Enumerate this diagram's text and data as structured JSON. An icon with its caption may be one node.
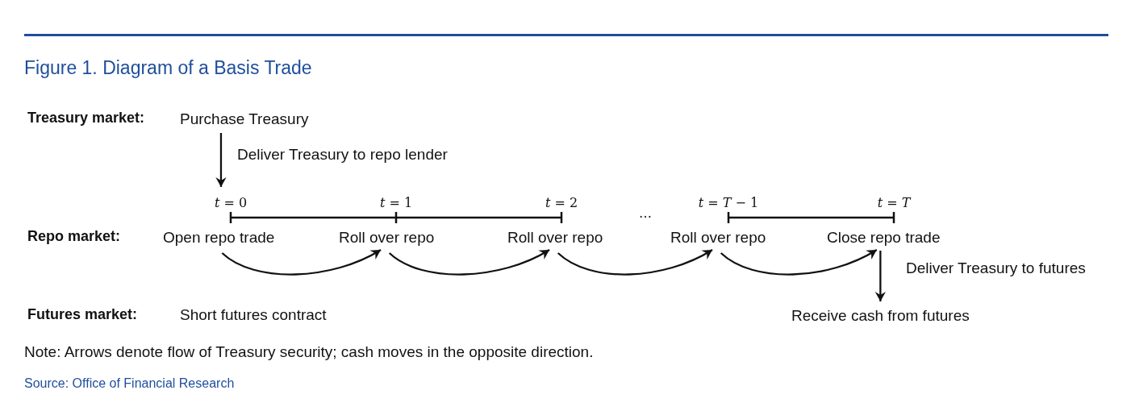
{
  "diagram": {
    "title": "Figure 1. Diagram of a Basis Trade",
    "nodes": [
      {
        "text": [
          "Purchase Treasury"
        ]
      },
      {
        "text": [
          "Open repo trade"
        ]
      },
      {
        "text": [
          "Roll over repo"
        ]
      },
      {
        "text": [
          "Roll over repo"
        ]
      },
      {
        "text": [
          "Roll over repo"
        ]
      },
      {
        "text": [
          "Close repo trade"
        ]
      },
      {
        "text": [
          "Receive cash from futures"
        ]
      }
    ],
    "edges": [
      {
        "from": 0,
        "to": 1,
        "arrow": "to",
        "label": "Deliver Treasury to repo lender"
      },
      {
        "from": 1,
        "to": 2,
        "arrow": "to"
      },
      {
        "from": 2,
        "to": 3,
        "arrow": "to"
      },
      {
        "from": 3,
        "to": 4,
        "arrow": "to"
      },
      {
        "from": 4,
        "to": 5,
        "arrow": "to"
      },
      {
        "from": 5,
        "to": 6,
        "arrow": "to",
        "label": "Deliver Treasury to futures"
      }
    ],
    "labels": [
      "Treasury market:",
      "Repo market:",
      "Futures market:",
      "Short futures contract",
      "*t* = 0",
      "*t* = 1",
      "*t* = 2",
      "…",
      "*t* = *T* − 1",
      "*t* = *T*",
      "Note: Arrows denote flow of Treasury security; cash moves in the opposite direction.",
      "Source: Office of Financial Research"
    ]
  }
}
